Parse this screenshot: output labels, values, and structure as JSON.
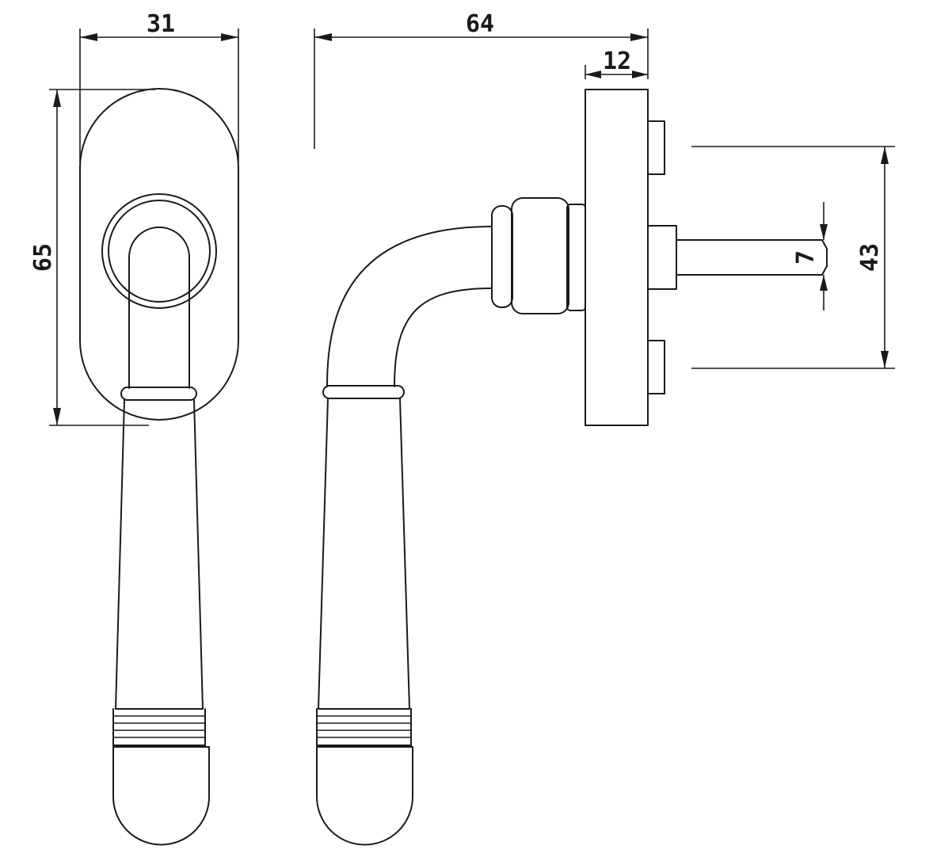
{
  "dimensions": {
    "front_width": "31",
    "total_depth": "64",
    "rose_thickness": "12",
    "front_height": "65",
    "spindle_size": "7",
    "screw_spacing": "43"
  },
  "colors": {
    "line": "#1a1a1a",
    "background": "#ffffff"
  }
}
